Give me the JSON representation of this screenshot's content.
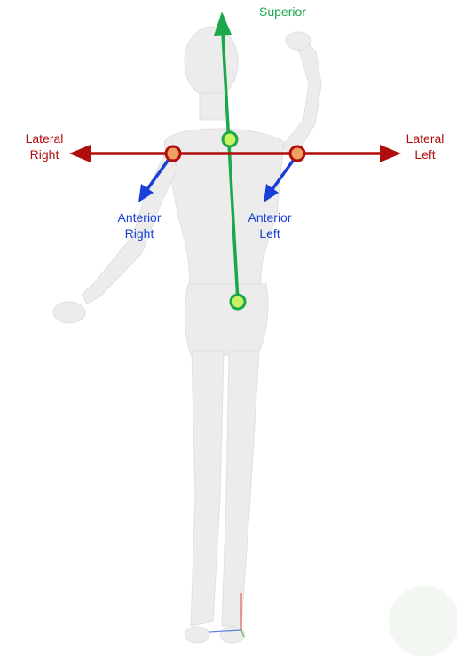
{
  "labels": {
    "superior": "Superior",
    "lateral_right": [
      "Lateral",
      "Right"
    ],
    "lateral_left": [
      "Lateral",
      "Left"
    ],
    "anterior_right": [
      "Anterior",
      "Right"
    ],
    "anterior_left": [
      "Anterior",
      "Left"
    ]
  },
  "colors": {
    "lateral_axis": "#b00d0d",
    "anterior": "#1a3fd6",
    "superior_axis": "#1aa84a",
    "joint_marker_fill": "#f0a060",
    "superior_marker_fill": "#c8f060",
    "figure": "#e6e6e6"
  }
}
